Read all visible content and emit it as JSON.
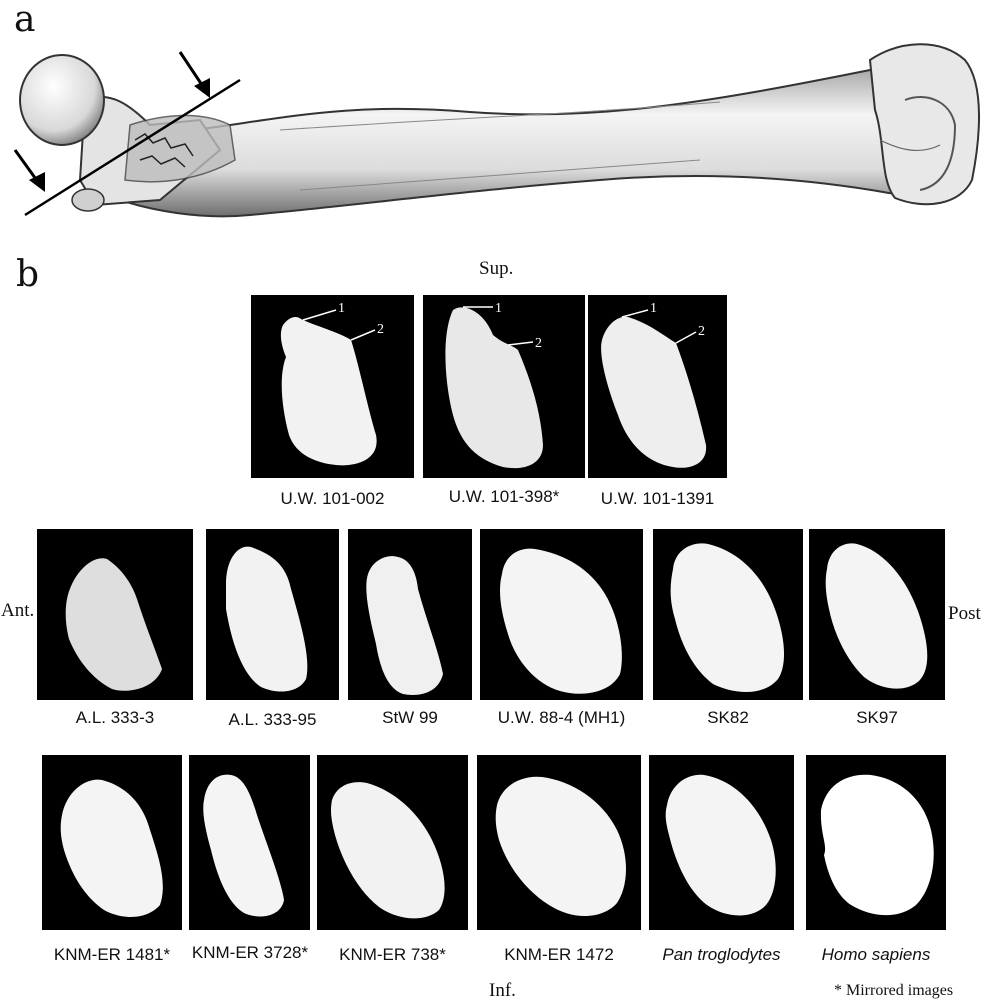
{
  "panels": {
    "a": "a",
    "b": "b"
  },
  "directions": {
    "sup": "Sup.",
    "inf": "Inf.",
    "ant": "Ant.",
    "post": "Post"
  },
  "landmarks": {
    "one": "1",
    "two": "2"
  },
  "specimens": {
    "row1": [
      "U.W. 101-002",
      "U.W. 101-398*",
      "U.W. 101-1391"
    ],
    "row2": [
      "A.L. 333-3",
      "A.L. 333-95",
      "StW 99",
      "U.W. 88-4 (MH1)",
      "SK82",
      "SK97"
    ],
    "row3": [
      "KNM-ER 1481*",
      "KNM-ER 3728*",
      "KNM-ER 738*",
      "KNM-ER 1472",
      "Pan troglodytes",
      "Homo sapiens"
    ]
  },
  "footnote": "* Mirrored images"
}
